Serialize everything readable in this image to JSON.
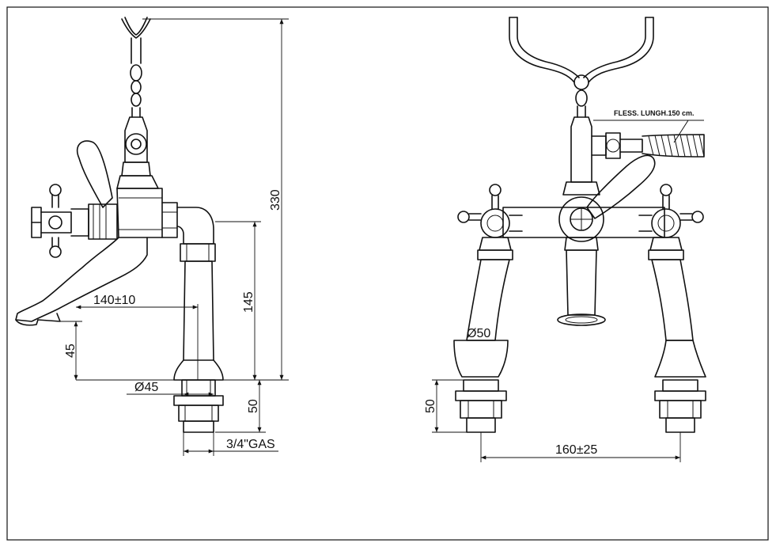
{
  "dimensions": {
    "height_total": "330",
    "height_mid": "145",
    "height_spout": "45",
    "base_height_side": "50",
    "reach": "140±10",
    "diameter_side": "Ø45",
    "thread": "3/4\"GAS",
    "diameter_front": "Ø50",
    "base_height_front": "50",
    "spacing": "160±25"
  },
  "notes": {
    "hose": "FLESS. LUNGH.150 cm."
  }
}
